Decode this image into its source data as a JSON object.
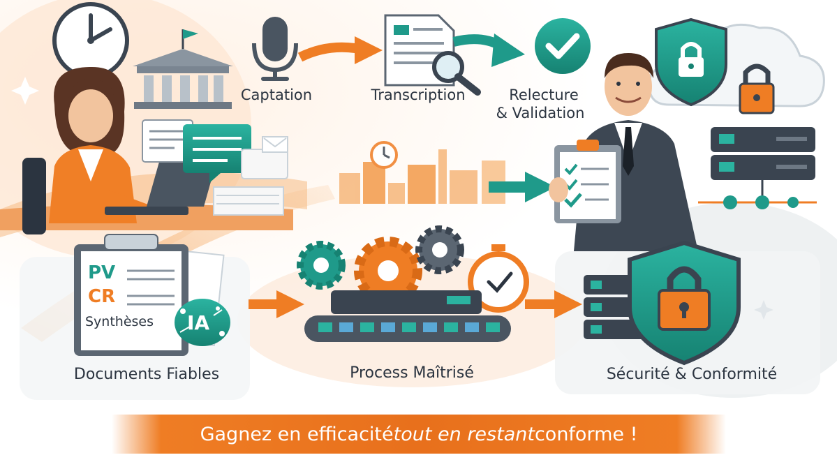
{
  "steps": {
    "captation": "Captation",
    "transcription": "Transcription",
    "relecture_line1": "Relecture",
    "relecture_line2": "& Validation"
  },
  "pillars": {
    "documents": "Documents Fiables",
    "process": "Process Maîtrisé",
    "securite": "Sécurité & Conformité"
  },
  "document_labels": {
    "pv": "PV",
    "cr": "CR",
    "syntheses": "Synthèses",
    "ia": "IA"
  },
  "banner": {
    "part1": "Gagnez en efficacité ",
    "emphasis": "tout en restant",
    "part2": " conforme !"
  },
  "colors": {
    "orange": "#ef7d24",
    "teal": "#1f9a8a",
    "dark": "#2b3440"
  }
}
